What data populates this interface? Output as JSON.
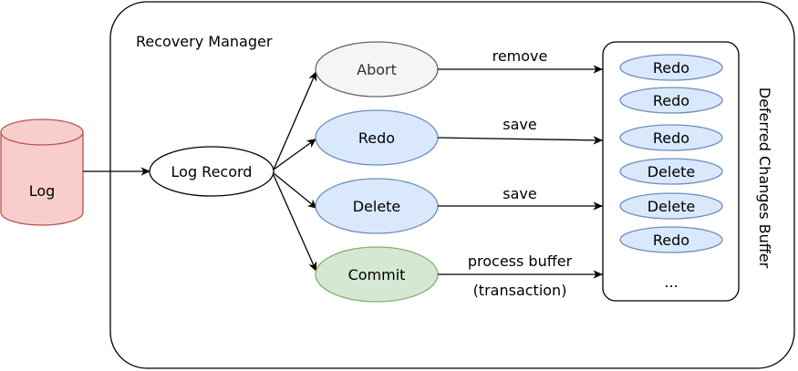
{
  "log": {
    "label": "Log",
    "fill": "#f8cecc",
    "stroke": "#b85450"
  },
  "recovery_manager": {
    "title": "Recovery Manager"
  },
  "log_record": {
    "label": "Log Record"
  },
  "nodes": {
    "abort": {
      "label": "Abort",
      "fill": "#f5f5f5",
      "stroke": "#666666"
    },
    "redo": {
      "label": "Redo",
      "fill": "#dae8fc",
      "stroke": "#6c8ebf"
    },
    "delete": {
      "label": "Delete",
      "fill": "#dae8fc",
      "stroke": "#6c8ebf"
    },
    "commit": {
      "label": "Commit",
      "fill": "#d5e8d4",
      "stroke": "#82b366"
    }
  },
  "edges": {
    "abort_label": "remove",
    "redo_label": "save",
    "delete_label": "save",
    "commit_label_1": "process buffer",
    "commit_label_2": "(transaction)"
  },
  "buffer": {
    "title": "Deferred Changes Buffer",
    "items": [
      "Redo",
      "Redo",
      "Redo",
      "Delete",
      "Delete",
      "Redo"
    ],
    "ellipsis": "...",
    "item_fill": "#dae8fc",
    "item_stroke": "#6c8ebf"
  }
}
